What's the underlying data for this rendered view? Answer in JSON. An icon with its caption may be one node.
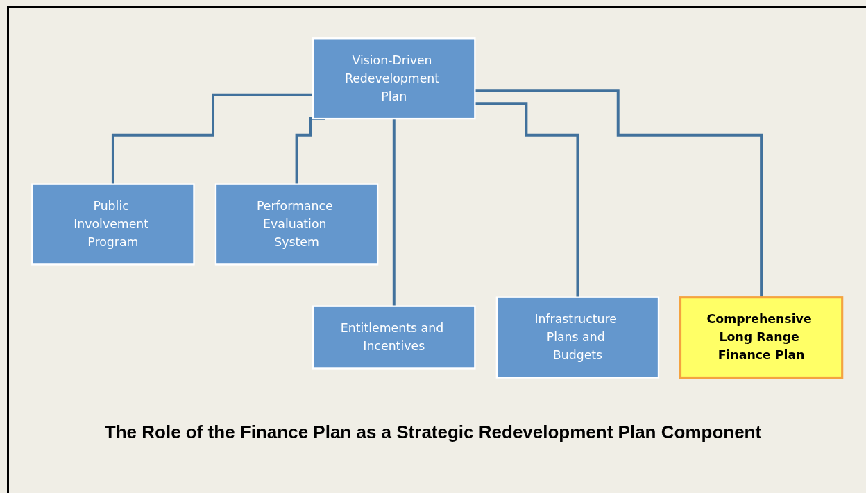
{
  "diagram": {
    "caption": "The Role of the Finance Plan as a Strategic Redevelopment Plan Component",
    "nodes": [
      {
        "text": [
          "Vision-Driven Redevelopment Plan"
        ]
      },
      {
        "text": [
          "Public Involvement Program"
        ]
      },
      {
        "text": [
          "Performance Evaluation System"
        ]
      },
      {
        "text": [
          "Entitlements and Incentives"
        ]
      },
      {
        "text": [
          "Infrastructure Plans and Budgets"
        ]
      },
      {
        "text": [
          "Comprehensive Long Range Finance Plan"
        ]
      }
    ],
    "edges": [
      {
        "from": 0,
        "to": 1,
        "arrow": "none"
      },
      {
        "from": 0,
        "to": 2,
        "arrow": "none"
      },
      {
        "from": 0,
        "to": 3,
        "arrow": "none"
      },
      {
        "from": 0,
        "to": 4,
        "arrow": "none"
      },
      {
        "from": 0,
        "to": 5,
        "arrow": "none"
      }
    ]
  }
}
